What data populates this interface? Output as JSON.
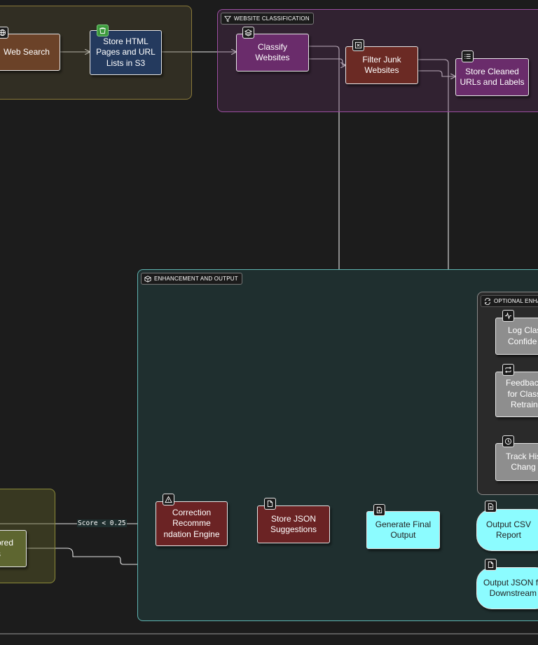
{
  "groups": {
    "ingestion": {},
    "website_classification": {
      "label": "WEBSITE CLASSIFICATION"
    },
    "enhancement_output": {
      "label": "ENHANCEMENT AND OUTPUT"
    },
    "optional_enhancements": {
      "label": "OPTIONAL ENHAN"
    },
    "scoring": {}
  },
  "nodes": {
    "web_search": "Web Search",
    "store_html": "Store HTML\nPages and URL\nLists in S3",
    "classify": "Classify\nWebsites",
    "filter_junk": "Filter Junk\nWebsites",
    "store_cleaned": "Store Cleaned\nURLs and Labels",
    "log_class": "Log Clas\nConfide",
    "feedback": "Feedback\nfor Class\nRetrain",
    "track_history": "Track His\nChang",
    "correction": "Correction\nRecomme\nndation Engine",
    "store_json": "Store JSON\nSuggestions",
    "generate_final": "Generate Final\nOutput",
    "output_csv": "Output CSV\nReport",
    "output_json": "Output JSON fo\nDownstream",
    "stored": "ored\ns"
  },
  "edges": {
    "score_label": "Score < 0.25"
  },
  "colors": {
    "ingestion_group": "#3a3526",
    "classification_group": "#3a2738",
    "enhancement_group": "#1f2f2f",
    "optional_group": "#2a2a2a",
    "scoring_group": "#3a3b24",
    "web_search": "#6b4228",
    "store_html": "#243a5e",
    "classify": "#6a2c6b",
    "filter_junk": "#6b2a24",
    "store_cleaned": "#6a2c6b",
    "gray_node": "#8e8e8e",
    "correction": "#6b2324",
    "store_json": "#6b2324",
    "cyan_node": "#8cfcff",
    "stored": "#5e6630"
  },
  "icons": {
    "web_search": "globe-icon",
    "store_html": "storage-bucket-icon",
    "classify": "layers-icon",
    "filter_junk": "x-box-icon",
    "store_cleaned": "list-icon",
    "log_class": "activity-icon",
    "feedback": "repeat-icon",
    "track_history": "clock-icon",
    "correction": "warning-icon",
    "store_json": "file-icon",
    "generate_final": "file-plus-icon",
    "output_csv": "file-text-icon",
    "output_json": "file-icon",
    "classification_group": "filter-icon",
    "enhancement_group": "box-icon",
    "optional_group": "refresh-icon"
  }
}
